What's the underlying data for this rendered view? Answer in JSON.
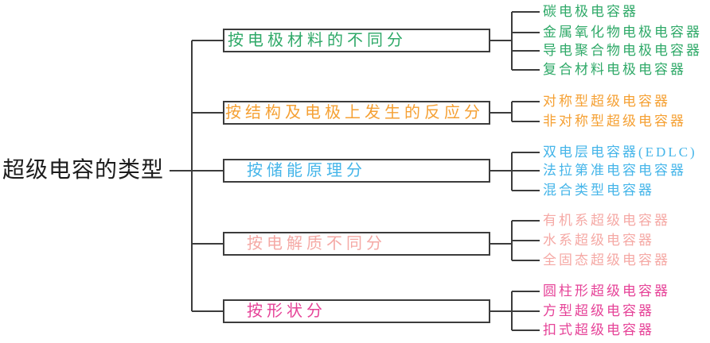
{
  "root": {
    "label": "超级电容的类型",
    "color": "#1c1c1c"
  },
  "line_color": "#3c3c3c",
  "branches": [
    {
      "label": "按电极材料的不同分",
      "color": "#2fa968",
      "children": [
        "碳电极电容器",
        "金属氧化物电极电容器",
        "导电聚合物电极电容器",
        "复合材料电极电容器"
      ]
    },
    {
      "label": "按结构及电极上发生的反应分",
      "color": "#f5a033",
      "children": [
        "对称型超级电容器",
        "非对称型超级电容器"
      ]
    },
    {
      "label": "按储能原理分",
      "color": "#45b5e9",
      "children": [
        "双电层电容器(EDLC)",
        "法拉第准电容电容器",
        "混合类型电容器"
      ]
    },
    {
      "label": "按电解质不同分",
      "color": "#f5a9a5",
      "children": [
        "有机系超级电容器",
        "水系超级电容器",
        "全固态超级电容器"
      ]
    },
    {
      "label": "按形状分",
      "color": "#e64398",
      "children": [
        "圆柱形超级电容器",
        "方型超级电容器",
        "扣式超级电容器"
      ]
    }
  ]
}
